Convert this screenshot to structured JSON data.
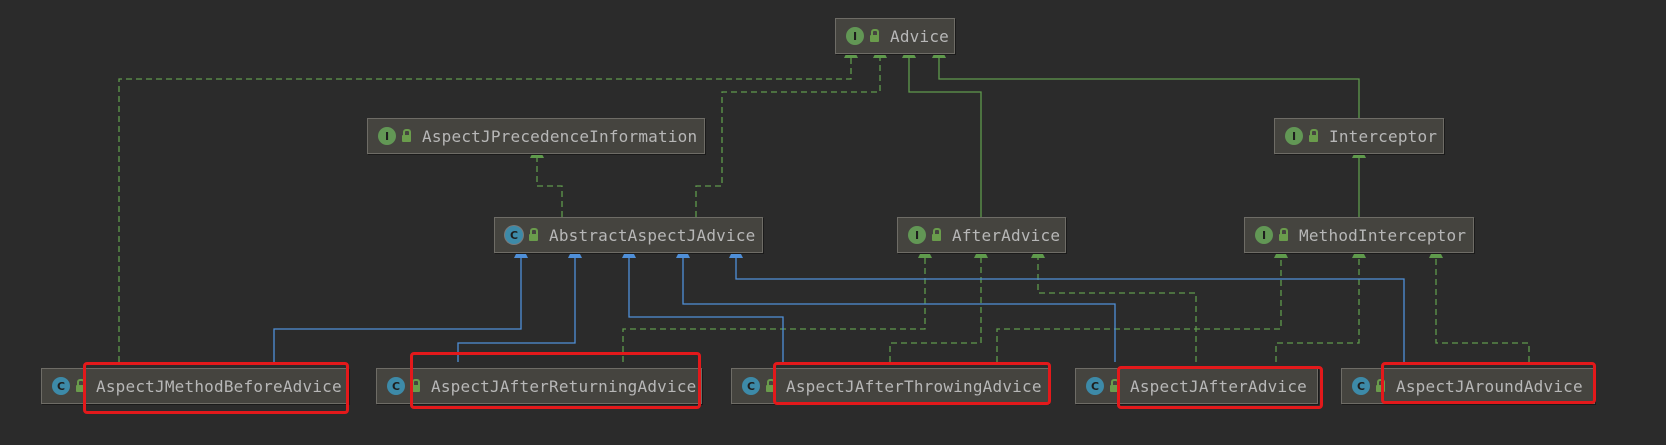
{
  "nodes": [
    {
      "key": "advice",
      "label": "Advice",
      "kind": "interface",
      "badge": "I"
    },
    {
      "key": "precedence",
      "label": "AspectJPrecedenceInformation",
      "kind": "interface",
      "badge": "I"
    },
    {
      "key": "interceptor",
      "label": "Interceptor",
      "kind": "interface",
      "badge": "I"
    },
    {
      "key": "abstract",
      "label": "AbstractAspectJAdvice",
      "kind": "abstract-class",
      "badge": "C"
    },
    {
      "key": "after",
      "label": "AfterAdvice",
      "kind": "interface",
      "badge": "I"
    },
    {
      "key": "method_interceptor",
      "label": "MethodInterceptor",
      "kind": "interface",
      "badge": "I"
    },
    {
      "key": "before",
      "label": "AspectJMethodBeforeAdvice",
      "kind": "class",
      "badge": "C"
    },
    {
      "key": "after_returning",
      "label": "AspectJAfterReturningAdvice",
      "kind": "class",
      "badge": "C"
    },
    {
      "key": "after_throwing",
      "label": "AspectJAfterThrowingAdvice",
      "kind": "class",
      "badge": "C"
    },
    {
      "key": "after_advice",
      "label": "AspectJAfterAdvice",
      "kind": "class",
      "badge": "C"
    },
    {
      "key": "around",
      "label": "AspectJAroundAdvice",
      "kind": "class",
      "badge": "C"
    }
  ],
  "edges": [
    {
      "from": "before",
      "to": "advice",
      "type": "implements"
    },
    {
      "from": "abstract",
      "to": "advice",
      "type": "implements"
    },
    {
      "from": "after",
      "to": "advice",
      "type": "extends-interface"
    },
    {
      "from": "interceptor",
      "to": "advice",
      "type": "extends-interface"
    },
    {
      "from": "abstract",
      "to": "precedence",
      "type": "implements"
    },
    {
      "from": "method_interceptor",
      "to": "interceptor",
      "type": "extends-interface"
    },
    {
      "from": "before",
      "to": "abstract",
      "type": "extends"
    },
    {
      "from": "after_returning",
      "to": "abstract",
      "type": "extends"
    },
    {
      "from": "after_throwing",
      "to": "abstract",
      "type": "extends"
    },
    {
      "from": "after_advice",
      "to": "abstract",
      "type": "extends"
    },
    {
      "from": "around",
      "to": "abstract",
      "type": "extends"
    },
    {
      "from": "after_returning",
      "to": "after",
      "type": "implements"
    },
    {
      "from": "after_throwing",
      "to": "after",
      "type": "implements"
    },
    {
      "from": "after_advice",
      "to": "after",
      "type": "implements"
    },
    {
      "from": "after_throwing",
      "to": "method_interceptor",
      "type": "implements"
    },
    {
      "from": "after_advice",
      "to": "method_interceptor",
      "type": "implements"
    },
    {
      "from": "around",
      "to": "method_interceptor",
      "type": "implements"
    }
  ],
  "highlighted": [
    "before",
    "after_returning",
    "after_throwing",
    "after_advice",
    "around"
  ],
  "colors": {
    "background": "#2b2b2b",
    "interface_badge": "#629755",
    "class_badge": "#3d8aa8",
    "implements_edge": "#5f9a4c",
    "extends_edge": "#4f8fd8",
    "highlight": "#e3191b"
  }
}
